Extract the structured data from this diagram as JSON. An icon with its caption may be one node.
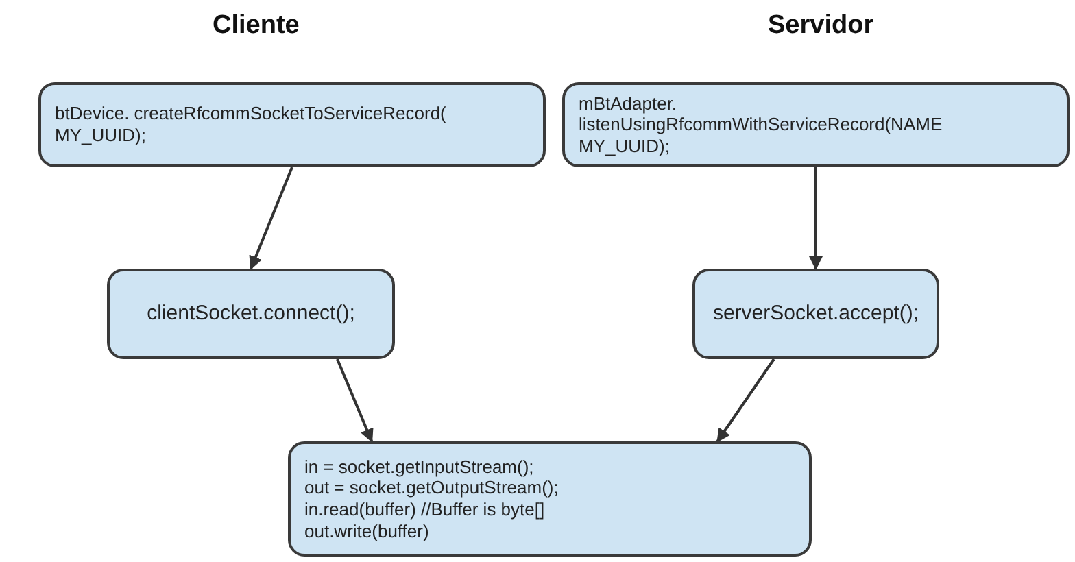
{
  "diagram": {
    "nodes": [
      {
        "text": [
          "btDevice. createRfcommSocketToServiceRecord( MY_UUID);"
        ],
        "beside": [
          "Cliente"
        ]
      },
      {
        "text": [
          "mBtAdapter. listenUsingRfcommWithServiceRecord(NAME MY_UUID);"
        ],
        "beside": [
          "Servidor"
        ]
      },
      {
        "text": [
          "clientSocket.connect();"
        ]
      },
      {
        "text": [
          "serverSocket.accept();"
        ]
      },
      {
        "text": [
          "in = socket.getInputStream();",
          "out = socket.getOutputStream();",
          "in.read(buffer) //Buffer is byte[]",
          "out.write(buffer)"
        ]
      }
    ],
    "edges": [
      {
        "from": 0,
        "to": 2,
        "arrow": "to"
      },
      {
        "from": 1,
        "to": 3,
        "arrow": "to"
      },
      {
        "from": 2,
        "to": 4,
        "arrow": "to"
      },
      {
        "from": 3,
        "to": 4,
        "arrow": "to"
      }
    ]
  }
}
